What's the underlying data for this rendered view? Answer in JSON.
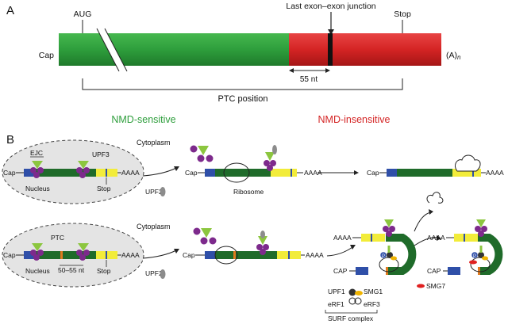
{
  "panel_a": {
    "label": "A",
    "aug": "AUG",
    "junction": "Last exon–exon junction",
    "stop": "Stop",
    "cap": "Cap",
    "polya_base": "(A)",
    "polya_sub": "n",
    "distance": "55 nt",
    "ptc_position": "PTC position",
    "nmd_sensitive": "NMD-sensitive",
    "nmd_insensitive": "NMD-insensitive"
  },
  "panel_b": {
    "label": "B",
    "cytoplasm": "Cytoplasm",
    "nucleus": "Nucleus",
    "cap": "Cap",
    "cap_upper": "CAP",
    "aaaa": "AAAA",
    "ejc": "EJC",
    "upf3": "UPF3",
    "stop": "Stop",
    "upf2": "UPF2",
    "ribosome": "Ribosome",
    "ptc": "PTC",
    "dist": "50–55 nt",
    "upf1": "UPF1",
    "smg1": "SMG1",
    "erf1": "eRF1",
    "erf3": "eRF3",
    "surf": "SURF complex",
    "smg7": "SMG7",
    "p": "P"
  },
  "colors": {
    "green": "#2e9e3c",
    "dark_green": "#1f6b2a",
    "red": "#d42424",
    "blue": "#2f4fa8",
    "yellow": "#f2ec3a",
    "purple": "#7d2a8c",
    "lime": "#8cc63f",
    "orange": "#e07a1f",
    "nucleus_fill": "#e4e4e4"
  }
}
